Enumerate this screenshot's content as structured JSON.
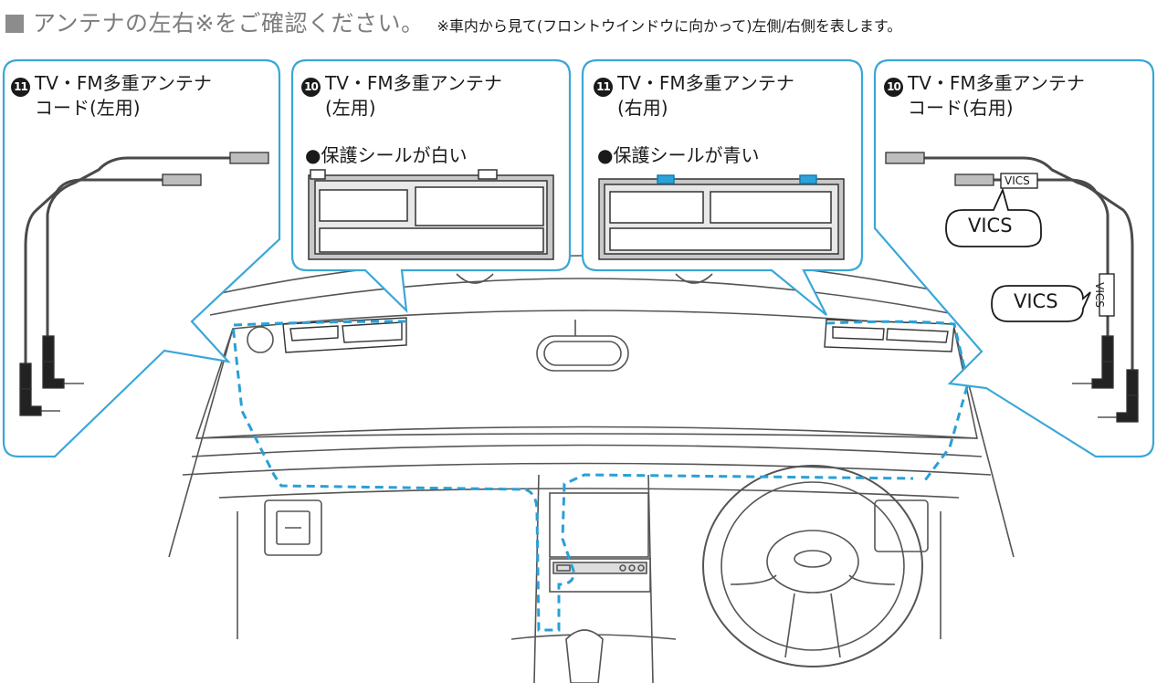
{
  "heading": {
    "main": "アンテナの左右※をご確認ください。",
    "note": "※車内から見て(フロントウインドウに向かって)左側/右側を表します。"
  },
  "panels": [
    {
      "num": "11",
      "line1": "TV・FM多重アンテナ",
      "line2": "コード(左用)"
    },
    {
      "num": "10",
      "line1": "TV・FM多重アンテナ",
      "line2": "(左用)",
      "seal": "●保護シールが白い"
    },
    {
      "num": "11",
      "line1": "TV・FM多重アンテナ",
      "line2": "(右用)",
      "seal": "●保護シールが青い"
    },
    {
      "num": "10",
      "line1": "TV・FM多重アンテナ",
      "line2": "コード(右用)"
    }
  ],
  "vics": {
    "bubble_a": "VICS",
    "bubble_b": "VICS",
    "tag_a": "VICS",
    "tag_b": "VICS"
  },
  "colors": {
    "panel_border": "#3aa7d9",
    "dashed_route": "#2a9fd6",
    "blue_seal": "#2aa3db",
    "heading_gray": "#7d7d7d",
    "line": "#3a3a3a"
  }
}
